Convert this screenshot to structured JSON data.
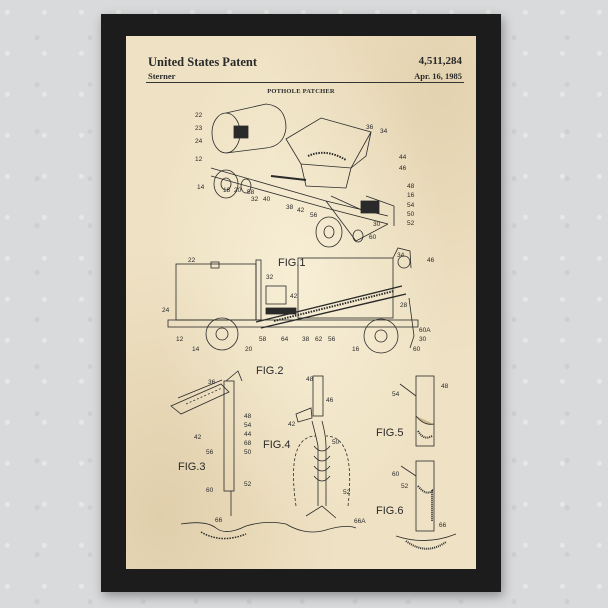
{
  "patent": {
    "title": "United States Patent",
    "number": "4,511,284",
    "inventor": "Sterner",
    "date": "Apr. 16, 1985",
    "drawing_title": "POTHOLE PATCHER"
  },
  "figures": {
    "fig1": "FIG.1",
    "fig2": "FIG.2",
    "fig3": "FIG.3",
    "fig4": "FIG.4",
    "fig5": "FIG.5",
    "fig6": "FIG.6"
  },
  "refs": {
    "r22": "22",
    "r23": "23",
    "r24": "24",
    "r12": "12",
    "r14": "14",
    "r18": "18",
    "r20": "20",
    "r58": "58",
    "r32": "32",
    "r40": "40",
    "r38": "38",
    "r42": "42",
    "r56": "56",
    "r36": "36",
    "r34": "34",
    "r44": "44",
    "r46": "46",
    "r48": "48",
    "r16": "16",
    "r54": "54",
    "r50": "50",
    "r52": "52",
    "r60": "60",
    "r30": "30",
    "f2_22": "22",
    "f2_32": "32",
    "f2_34": "34",
    "f2_46": "46",
    "f2_28": "28",
    "f2_24": "24",
    "f2_42": "42",
    "f2_12": "12",
    "f2_14": "14",
    "f2_20": "20",
    "f2_58": "58",
    "f2_64": "64",
    "f2_38": "38",
    "f2_62": "62",
    "f2_56": "56",
    "f2_16": "16",
    "f2_60a": "60A",
    "f2_30": "30",
    "f2_60": "60",
    "f3_36": "36",
    "f3_48": "48",
    "f3_54": "54",
    "f3_44": "44",
    "f3_68": "68",
    "f3_42": "42",
    "f3_56": "56",
    "f3_50": "50",
    "f3_60": "60",
    "f3_52": "52",
    "f3_66": "66",
    "f4_48": "48",
    "f4_46": "46",
    "f4_42": "42",
    "f4_50": "50",
    "f4_52": "52",
    "f4_66a": "66A",
    "f5_48": "48",
    "f5_54": "54",
    "f6_60": "60",
    "f6_52": "52",
    "f6_66": "66"
  },
  "colors": {
    "wall": "#d9dadb",
    "frame": "#1c1c1c",
    "paper": "#efe2c4",
    "ink": "#2a2a2a"
  }
}
